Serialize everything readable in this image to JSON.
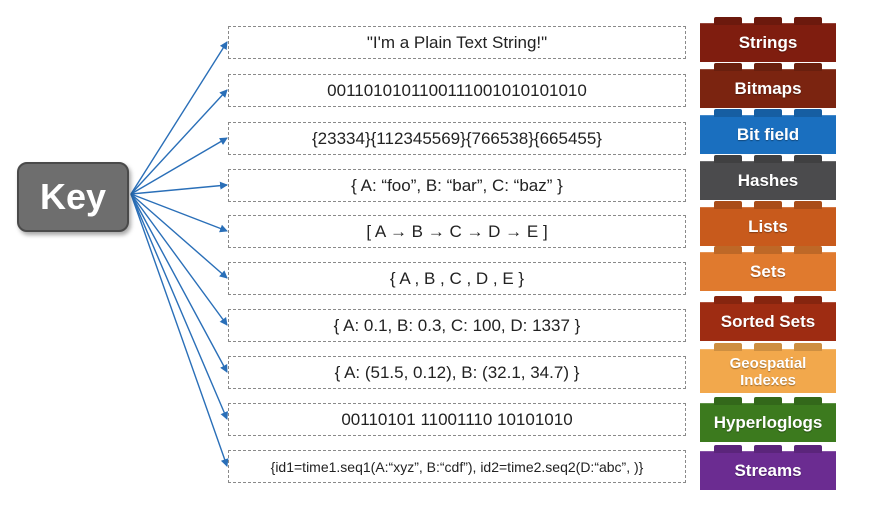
{
  "key_label": "Key",
  "rows": [
    {
      "value": "\"I'm a Plain Text String!\"",
      "type": "Strings",
      "color": "#7f1d0f"
    },
    {
      "value": "0011010101100111001010101010",
      "type": "Bitmaps",
      "color": "#7b2410"
    },
    {
      "value": "{23334}{112345569}{766538}{665455}",
      "type": "Bit field",
      "color": "#1a6fbf"
    },
    {
      "value": "{ A: “foo”, B: “bar”, C: “baz”  }",
      "type": "Hashes",
      "color": "#4b4b4d"
    },
    {
      "value": "[ A → B → C → D → E ]",
      "type": "Lists",
      "color": "#c85a1c"
    },
    {
      "value": "{  A , B , C , D , E  }",
      "type": "Sets",
      "color": "#e07a2e"
    },
    {
      "value": "{ A: 0.1, B: 0.3, C: 100, D: 1337 }",
      "type": "Sorted Sets",
      "color": "#9e2c12"
    },
    {
      "value": "{ A: (51.5, 0.12), B: (32.1, 34.7)  }",
      "type": "Geospatial Indexes",
      "color": "#f2a84c"
    },
    {
      "value": "00110101 11001110 10101010",
      "type": "Hyperloglogs",
      "color": "#3c7a1e"
    },
    {
      "value": "{id1=time1.seq1(A:“xyz”, B:“cdf”), id2=time2.seq2(D:“abc”, )}",
      "type": "Streams",
      "color": "#6b2c91"
    }
  ],
  "colors": {
    "arrow": "#2a6fb8",
    "key_box": "#6e6e6e",
    "box_border": "#8a8a8a"
  }
}
